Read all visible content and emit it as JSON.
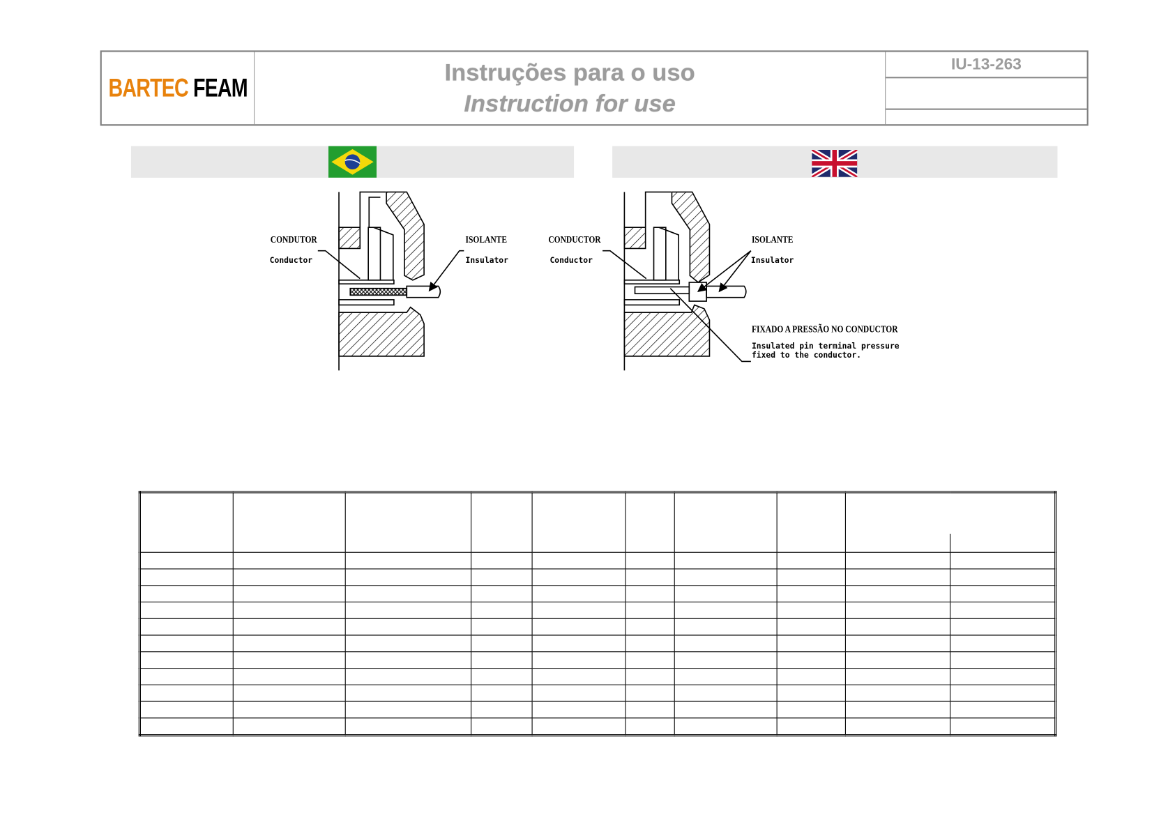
{
  "header": {
    "logo_part1": "BARTEC",
    "logo_part2": "FEAM",
    "title_pt": "Instruções para o uso",
    "title_en": "Instruction for use",
    "doc_code": "IU-13-263"
  },
  "colors": {
    "logo_orange": "#e8820c",
    "flag_bar": "#e8e8e8",
    "title_gray": "#9c9c9c"
  },
  "language_flags": [
    "brazil-flag-icon",
    "uk-flag-icon"
  ],
  "diagram_pt": {
    "conductor_label": "CONDUTOR",
    "conductor_sub": "Conductor",
    "insulator_label": "ISOLANTE",
    "insulator_sub": "Insulator"
  },
  "diagram_en": {
    "conductor_label": "CONDUCTOR",
    "conductor_sub": "Conductor",
    "insulator_label": "ISOLANTE",
    "insulator_sub": "Insulator",
    "pin_label": "FIXADO A PRESSÃO NO CONDUCTOR",
    "pin_sub_1": "Insulated pin terminal pressure",
    "pin_sub_2": "fixed to the conductor."
  }
}
